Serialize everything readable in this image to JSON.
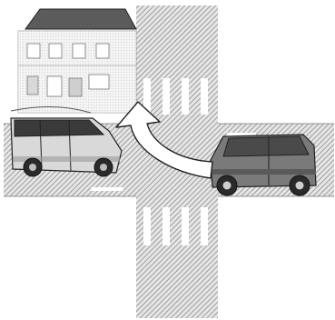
{
  "scene": {
    "type": "traffic-intersection-illustration",
    "elements": [
      "building",
      "parked-minivan",
      "turning-car",
      "right-turn-arrow",
      "crosswalk-north",
      "crosswalk-south"
    ],
    "colors": {
      "road_hatch": "#9a9a9a",
      "road_base": "#e8e8e8",
      "vehicle_body_light": "#cfcfcf",
      "vehicle_body_dark": "#6e6e6e",
      "outline": "#222222",
      "arrow_fill": "#ffffff"
    }
  }
}
